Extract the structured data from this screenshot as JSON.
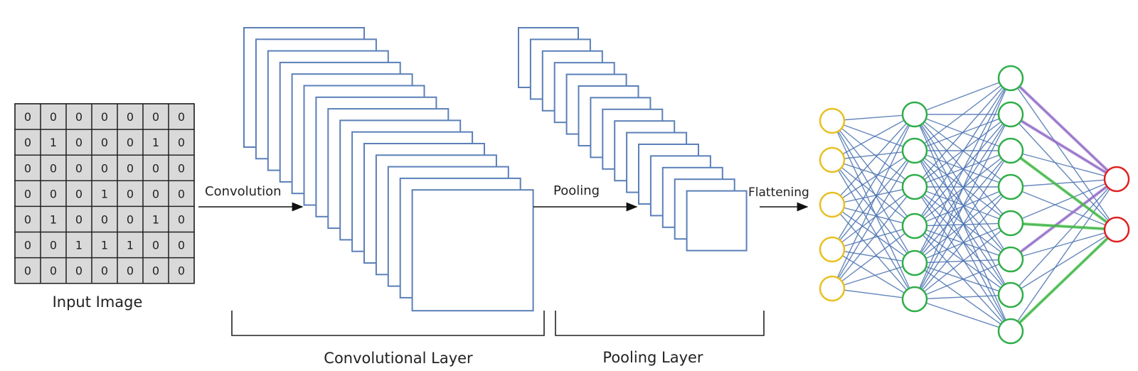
{
  "input_image": {
    "label": "Input Image",
    "matrix": [
      [
        "0",
        "0",
        "0",
        "0",
        "0",
        "0",
        "0"
      ],
      [
        "0",
        "1",
        "0",
        "0",
        "0",
        "1",
        "0"
      ],
      [
        "0",
        "0",
        "0",
        "0",
        "0",
        "0",
        "0"
      ],
      [
        "0",
        "0",
        "0",
        "1",
        "0",
        "0",
        "0"
      ],
      [
        "0",
        "1",
        "0",
        "0",
        "0",
        "1",
        "0"
      ],
      [
        "0",
        "0",
        "1",
        "1",
        "1",
        "0",
        "0"
      ],
      [
        "0",
        "0",
        "0",
        "0",
        "0",
        "0",
        "0"
      ]
    ]
  },
  "arrows": {
    "convolution": "Convolution",
    "pooling": "Pooling",
    "flattening": "Flattening"
  },
  "layers": {
    "convolutional": "Convolutional Layer",
    "pooling": "Pooling Layer"
  },
  "network": {
    "input_nodes": 5,
    "hidden1_nodes": 6,
    "hidden2_nodes": 8,
    "output_nodes": 2
  },
  "colors": {
    "feature_map_stroke": "#5b80b8",
    "edge": "#4a72b0",
    "input_node": "#e8c020",
    "hidden_node": "#2fae49",
    "output_node": "#e02020",
    "highlight_purple": "#9b6cc9",
    "highlight_green": "#3fbf3a",
    "grid_fill": "#d9d9d9"
  }
}
